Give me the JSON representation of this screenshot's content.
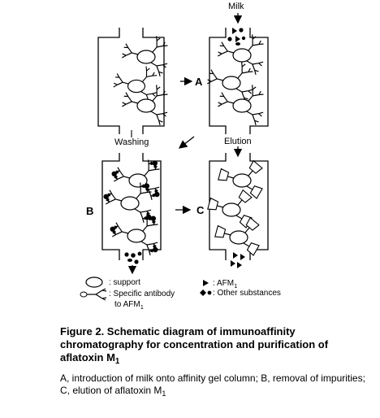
{
  "labels": {
    "milk": "Milk",
    "washing": "Washing",
    "elution": "Elution",
    "panel_a": "A",
    "panel_b": "B",
    "panel_c": "C"
  },
  "legend": {
    "support": ": support",
    "antibody_line1": ": Specific antibody",
    "antibody_line2_prefix": "to AFM",
    "antibody_line2_sub": "1",
    "afm_prefix": ": AFM",
    "afm_sub": "1",
    "other": ": Other substances"
  },
  "caption": {
    "title_prefix": "Figure 2.  Schematic diagram of immunoaffinity chromatography for concentration and purification of aflatoxin M",
    "title_sub": "1",
    "body_prefix": "A, introduction of milk onto affinity gel column; B, removal of impurities; C, elution of aflatoxin M",
    "body_sub": "1"
  }
}
